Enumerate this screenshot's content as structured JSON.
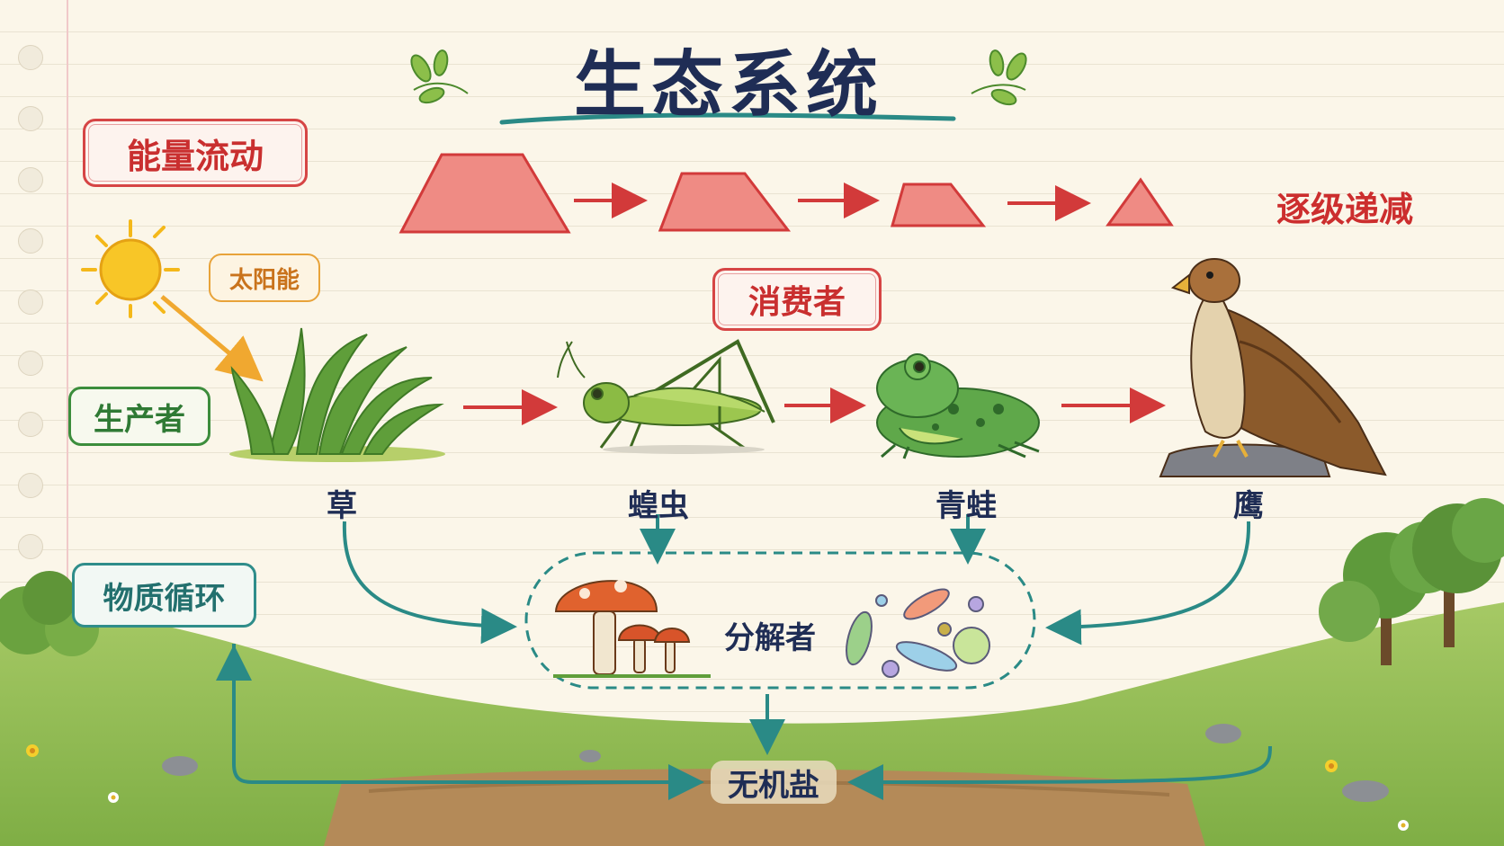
{
  "title": "生态系统",
  "tags": {
    "energy_flow": "能量流动",
    "solar_energy": "太阳能",
    "consumers": "消费者",
    "producers": "生产者",
    "material_cycle": "物质循环",
    "decomposers": "分解者",
    "inorganic_salts": "无机盐",
    "decreasing": "逐级递减"
  },
  "organisms": {
    "grass": "草",
    "grasshopper": "蝗虫",
    "frog": "青蛙",
    "eagle": "鹰"
  },
  "colors": {
    "title": "#1f2d55",
    "energy_red": "#d23a3a",
    "cycle_teal": "#2a8a86",
    "grass_green": "#7cb04a",
    "sun_yellow": "#f6c21c"
  },
  "icons": [
    "sun-icon",
    "grass-icon",
    "grasshopper-icon",
    "frog-icon",
    "eagle-icon",
    "mushroom-icon",
    "bacteria-icon",
    "tree-icon",
    "leaf-icon"
  ]
}
